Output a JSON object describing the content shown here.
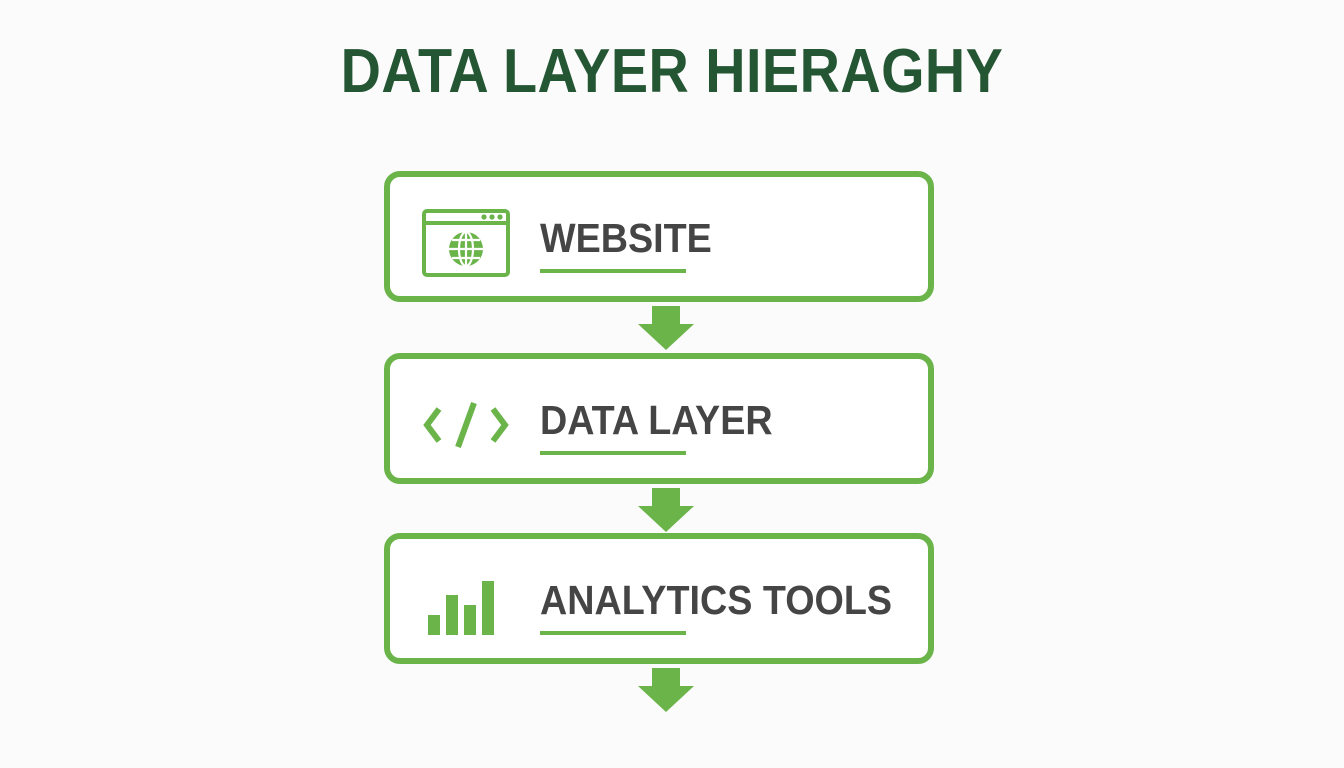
{
  "title": "DATA LAYER HIERAGHY",
  "colors": {
    "accent": "#6ab44a",
    "title": "#245634",
    "label": "#454545",
    "background": "#fafbfa"
  },
  "steps": [
    {
      "label": "WEBSITE",
      "icon": "browser-globe-icon"
    },
    {
      "label": "DATA LAYER",
      "icon": "code-icon"
    },
    {
      "label": "ANALYTICS TOOLS",
      "icon": "bar-chart-icon"
    }
  ]
}
